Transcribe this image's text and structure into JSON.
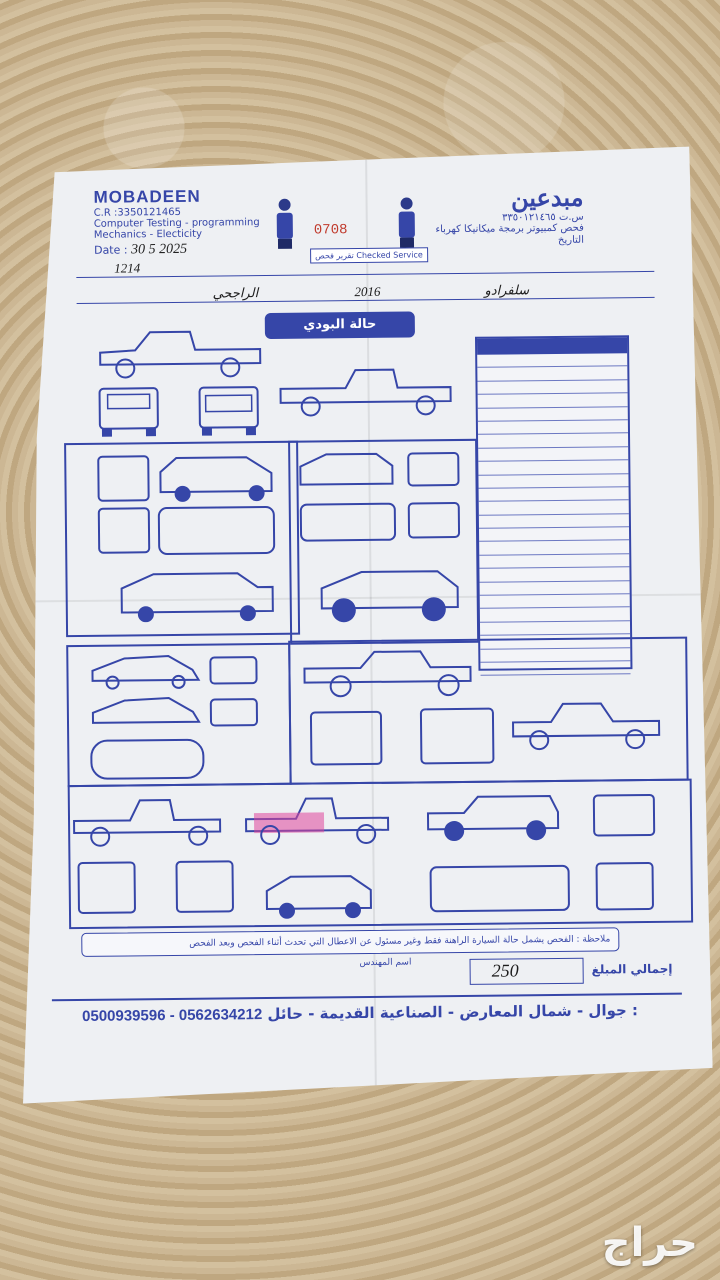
{
  "header_en": {
    "brand": "MOBADEEN",
    "cr": "C.R :3350121465",
    "line1": "Computer Testing - programming",
    "line2": "Mechanics - Electicity",
    "date_label": "Date :",
    "date_value": "30 5 2025"
  },
  "header_ar": {
    "brand": "مبدعين",
    "cr": "س.ت ٣٣٥٠١٢١٤٦٥",
    "line": "فحص كمبيوتر برمجة ميكانيكا كهرباء",
    "date_label": "التاريخ"
  },
  "serial_number": "0708",
  "stamp_text": "تقرير فحص Checked Service",
  "handwritten": {
    "row1": "1214",
    "row2": "سلفرادو",
    "row3": "2016",
    "row4": "الراجحي"
  },
  "banner": "حالة البودي",
  "note": "ملاحظة : الفحص يشمل حالة السيارة الراهنة فقط وغير مسئول عن الاعطال التي تحدث أثناء الفحص وبعد الفحص",
  "engineer_label": "اسم المهندس",
  "total_label": "إجمالي المبلغ",
  "total_value": "250",
  "footer": {
    "phones": "0500939596 - 0562634212",
    "address": ": جوال - شمال المعارض - الصناعية القديمة - حائل"
  },
  "watermark": "حراج",
  "colors": {
    "ink": "#3646a8",
    "paper": "#eef0f3",
    "carpet": "#c9b596",
    "pink_mark": "#e0459a"
  }
}
